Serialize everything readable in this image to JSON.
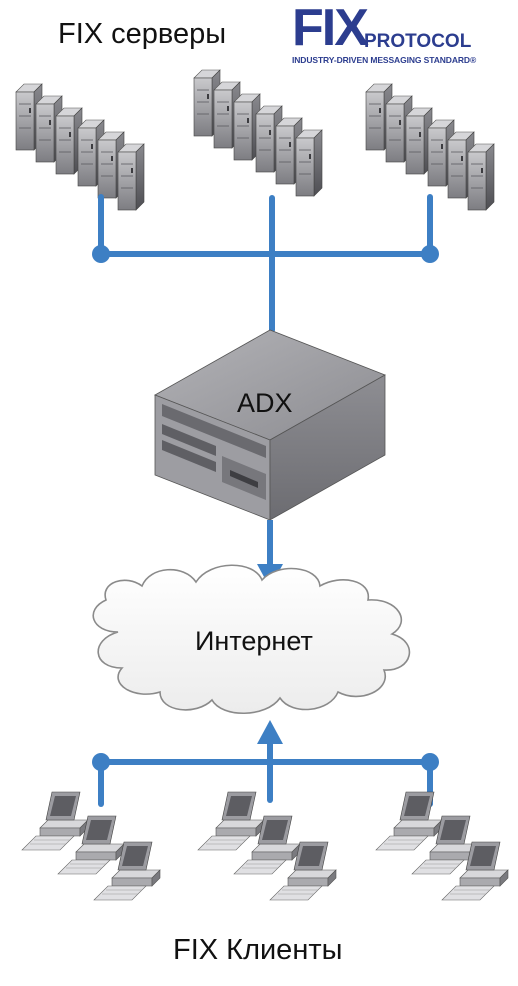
{
  "labels": {
    "servers": "FIX серверы",
    "clients": "FIX Клиенты",
    "gateway": "ADX",
    "network": "Интернет"
  },
  "logo": {
    "main": "FIX",
    "sub": "PROTOCOL",
    "tagline": "INDUSTRY-DRIVEN MESSAGING STANDARD®"
  },
  "colors": {
    "link": "#3d7fc4",
    "logo": "#2c3d8f",
    "device": "#9a9aa0"
  },
  "icons": {
    "server_group": "server-rack-icon",
    "gateway": "network-appliance-icon",
    "network": "cloud-icon",
    "client_group": "desktop-computer-icon"
  }
}
